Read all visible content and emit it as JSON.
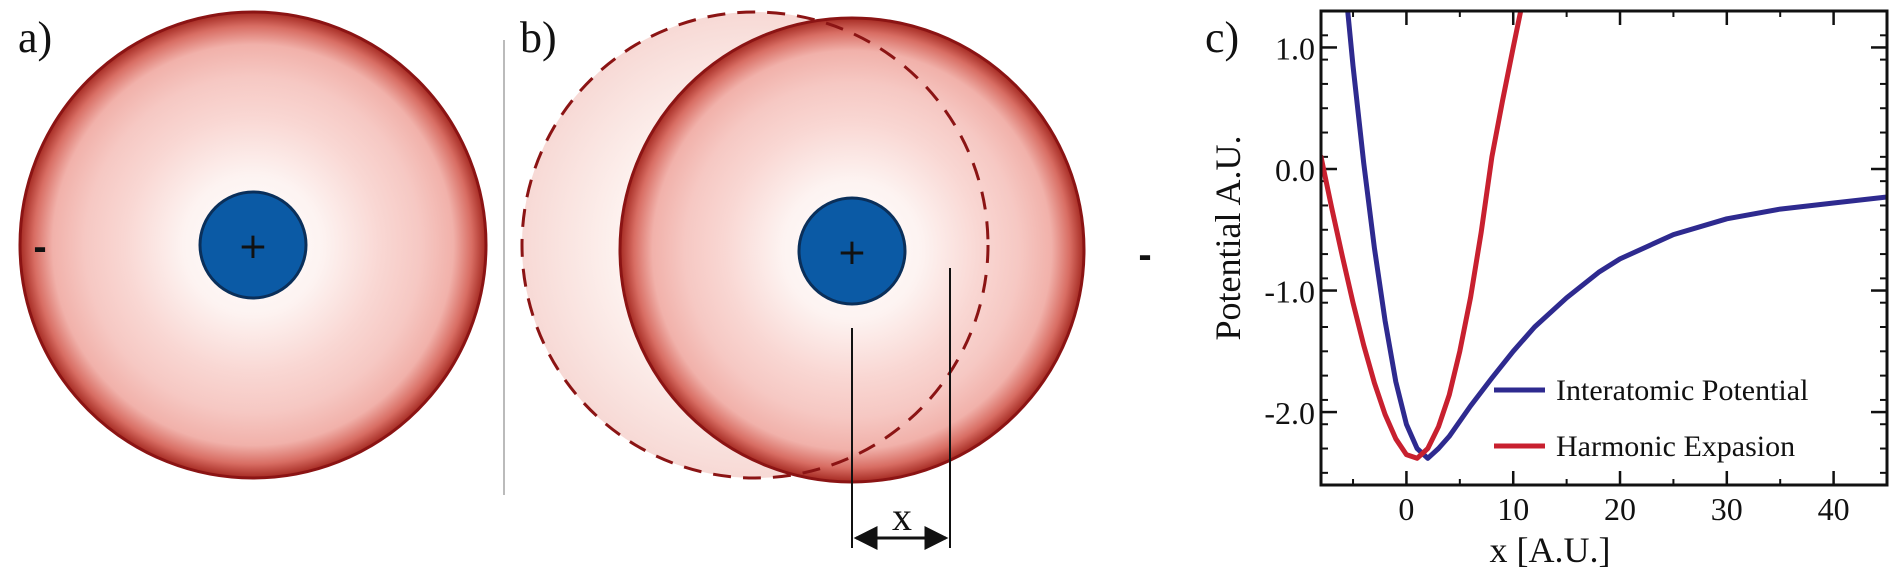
{
  "panels": {
    "a": {
      "label": "a)",
      "nucleus_sign": "+",
      "shell_sign": "-"
    },
    "b": {
      "label": "b)",
      "nucleus_sign": "+",
      "shell_sign": "-",
      "displacement_label": "x"
    },
    "c": {
      "label": "c)"
    }
  },
  "colors": {
    "shell_edge": "#8b1414",
    "shell_fill": "#f2b3ad",
    "nucleus_fill": "#0b5aa5",
    "nucleus_edge": "#0a2f5a",
    "interatomic": "#2e2a8f",
    "harmonic": "#c8202f"
  },
  "chart_data": {
    "type": "line",
    "xlabel": "x [A.U.]",
    "ylabel": "Potential A.U.",
    "xlim": [
      -8,
      45
    ],
    "ylim": [
      -2.6,
      1.3
    ],
    "x_ticks": [
      0,
      10,
      20,
      30,
      40
    ],
    "x_tick_labels": [
      "0",
      "10",
      "20",
      "30",
      "40"
    ],
    "y_ticks": [
      1.0,
      0.0,
      -1.0,
      -2.0
    ],
    "y_tick_labels": [
      "1.0",
      "0.0",
      "-1.0",
      "-2.0"
    ],
    "legend_position": "bottom-right",
    "series": [
      {
        "name": "Interatomic Potential",
        "color": "#2e2a8f",
        "x": [
          -5.5,
          -5,
          -4,
          -3,
          -2,
          -1,
          0,
          1,
          2,
          3,
          4,
          6,
          8,
          10,
          12,
          15,
          18,
          20,
          25,
          30,
          35,
          40,
          45
        ],
        "y": [
          1.3,
          0.85,
          0.05,
          -0.65,
          -1.25,
          -1.75,
          -2.1,
          -2.3,
          -2.38,
          -2.3,
          -2.2,
          -1.95,
          -1.72,
          -1.5,
          -1.3,
          -1.06,
          -0.85,
          -0.74,
          -0.54,
          -0.41,
          -0.33,
          -0.28,
          -0.23
        ]
      },
      {
        "name": "Harmonic Expasion",
        "color": "#c8202f",
        "x": [
          -8,
          -7,
          -6,
          -5,
          -4,
          -3,
          -2,
          -1,
          0,
          1,
          2,
          3,
          4,
          5,
          6,
          7,
          8,
          9,
          10,
          10.7
        ],
        "y": [
          0.1,
          -0.32,
          -0.72,
          -1.1,
          -1.45,
          -1.76,
          -2.02,
          -2.22,
          -2.35,
          -2.38,
          -2.3,
          -2.12,
          -1.86,
          -1.5,
          -1.06,
          -0.52,
          0.1,
          0.56,
          1.0,
          1.3
        ]
      }
    ]
  }
}
